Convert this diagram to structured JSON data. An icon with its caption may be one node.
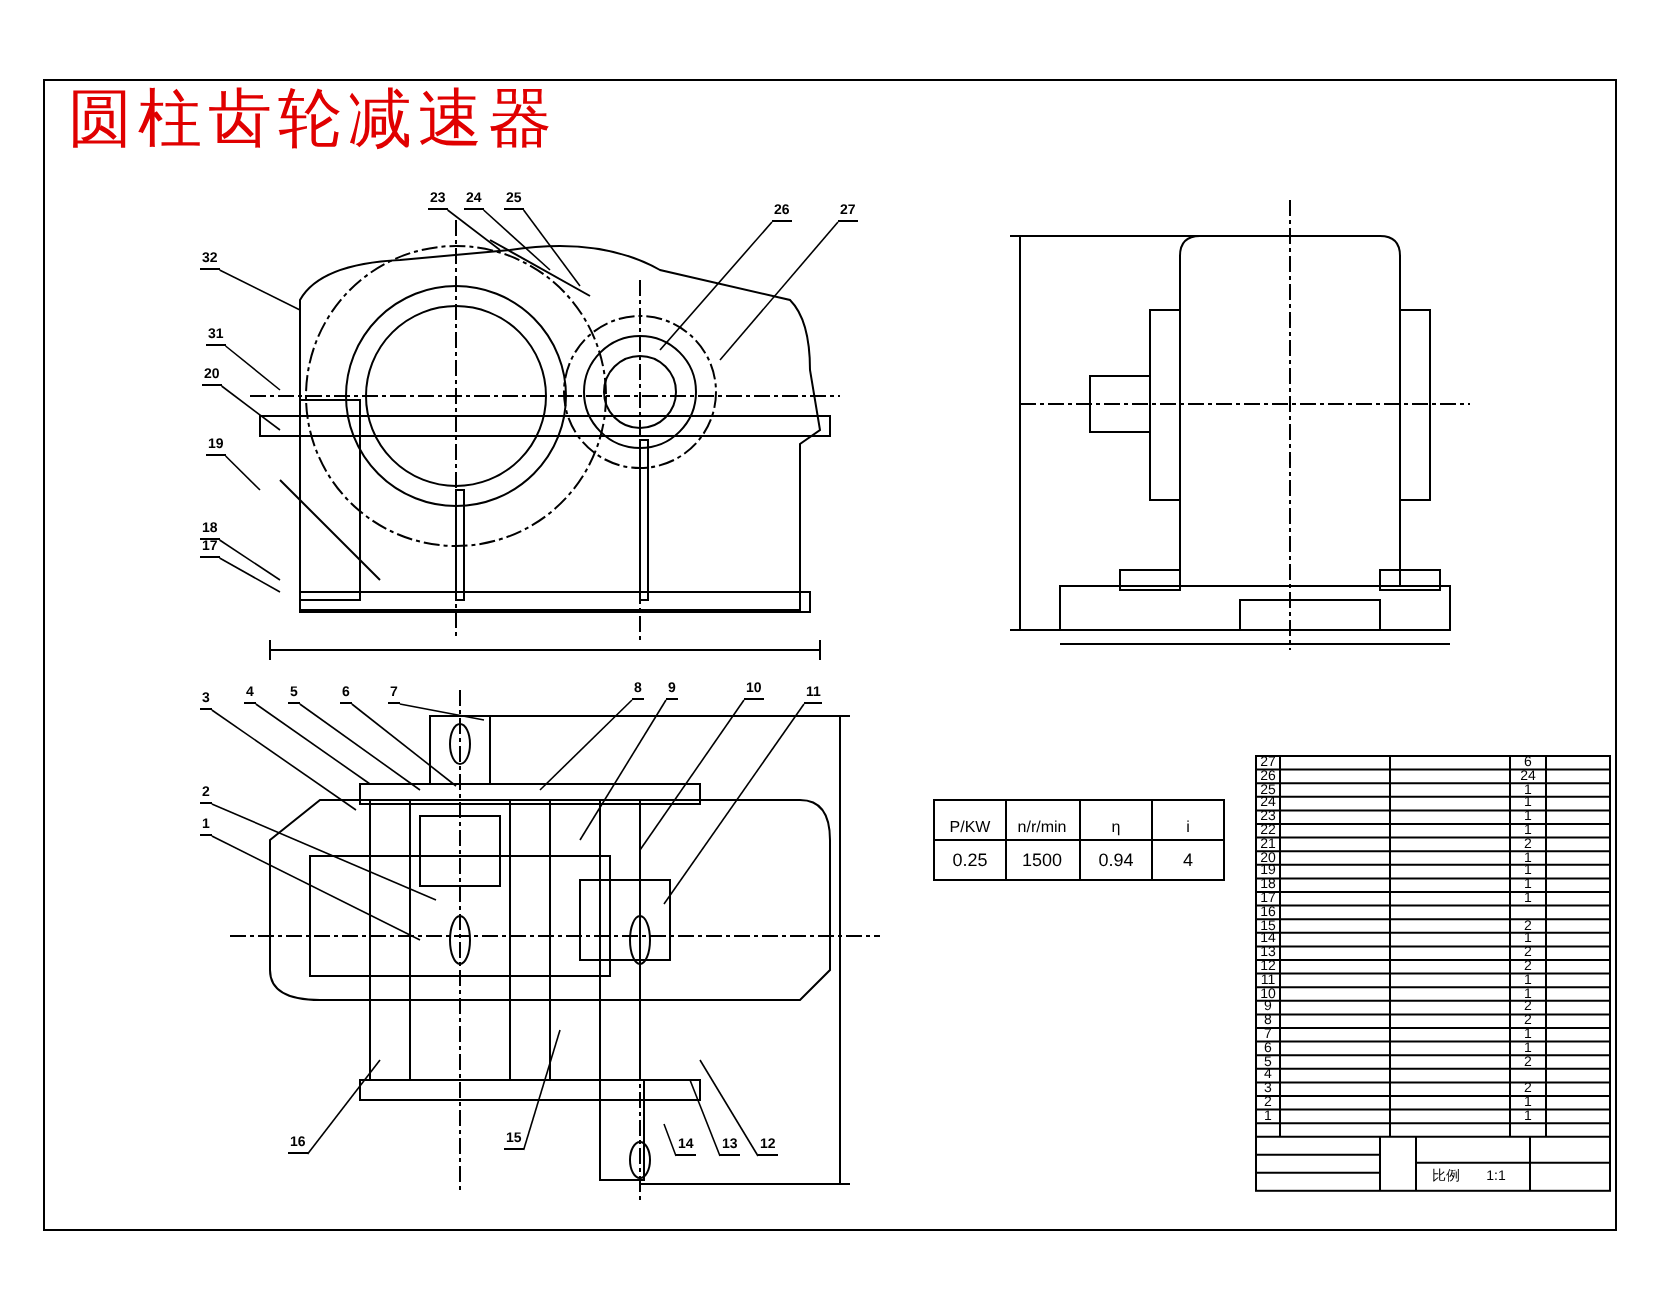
{
  "diagram": {
    "title": "圆柱齿轮减速器",
    "nodes": [
      {
        "text": [
          "23"
        ]
      },
      {
        "text": [
          "24"
        ]
      },
      {
        "text": [
          "25"
        ]
      },
      {
        "text": [
          "26"
        ]
      },
      {
        "text": [
          "27"
        ]
      },
      {
        "text": [
          "32"
        ]
      },
      {
        "text": [
          "31"
        ]
      },
      {
        "text": [
          "20"
        ]
      },
      {
        "text": [
          "19"
        ]
      },
      {
        "text": [
          "18"
        ]
      },
      {
        "text": [
          "17"
        ]
      },
      {
        "text": [
          "3"
        ]
      },
      {
        "text": [
          "4"
        ]
      },
      {
        "text": [
          "5"
        ]
      },
      {
        "text": [
          "6"
        ]
      },
      {
        "text": [
          "7"
        ]
      },
      {
        "text": [
          "8"
        ]
      },
      {
        "text": [
          "9"
        ]
      },
      {
        "text": [
          "10"
        ]
      },
      {
        "text": [
          "11"
        ]
      },
      {
        "text": [
          "2"
        ]
      },
      {
        "text": [
          "1"
        ]
      },
      {
        "text": [
          "16"
        ]
      },
      {
        "text": [
          "15"
        ]
      },
      {
        "text": [
          "14"
        ]
      },
      {
        "text": [
          "13"
        ]
      },
      {
        "text": [
          "12"
        ]
      }
    ],
    "edges": [
      {
        "from": 0,
        "to": null,
        "arrow": "none"
      },
      {
        "from": 1,
        "to": null,
        "arrow": "none"
      },
      {
        "from": 2,
        "to": null,
        "arrow": "none"
      },
      {
        "from": 3,
        "to": null,
        "arrow": "none"
      },
      {
        "from": 4,
        "to": null,
        "arrow": "none"
      },
      {
        "from": 5,
        "to": null,
        "arrow": "none"
      },
      {
        "from": 6,
        "to": null,
        "arrow": "none"
      },
      {
        "from": 7,
        "to": null,
        "arrow": "none"
      },
      {
        "from": 8,
        "to": null,
        "arrow": "none"
      },
      {
        "from": 9,
        "to": null,
        "arrow": "none"
      },
      {
        "from": 10,
        "to": null,
        "arrow": "none"
      },
      {
        "from": 11,
        "to": null,
        "arrow": "none"
      },
      {
        "from": 12,
        "to": null,
        "arrow": "none"
      },
      {
        "from": 13,
        "to": null,
        "arrow": "none"
      },
      {
        "from": 14,
        "to": null,
        "arrow": "none"
      },
      {
        "from": 15,
        "to": null,
        "arrow": "none"
      },
      {
        "from": 16,
        "to": null,
        "arrow": "none"
      },
      {
        "from": 17,
        "to": null,
        "arrow": "none"
      },
      {
        "from": 18,
        "to": null,
        "arrow": "none"
      },
      {
        "from": 19,
        "to": null,
        "arrow": "none"
      },
      {
        "from": 20,
        "to": null,
        "arrow": "none"
      },
      {
        "from": 21,
        "to": null,
        "arrow": "none"
      },
      {
        "from": 22,
        "to": null,
        "arrow": "none"
      },
      {
        "from": 23,
        "to": null,
        "arrow": "none"
      },
      {
        "from": 24,
        "to": null,
        "arrow": "none"
      },
      {
        "from": 25,
        "to": null,
        "arrow": "none"
      },
      {
        "from": 26,
        "to": null,
        "arrow": "none"
      }
    ],
    "labels": [
      "P/KW",
      "n/r/min",
      "η",
      "i",
      "0.25",
      "1500",
      "0.94",
      "4",
      "27",
      "6",
      "26",
      "24",
      "25",
      "1",
      "24",
      "1",
      "23",
      "1",
      "22",
      "1",
      "21",
      "2",
      "20",
      "1",
      "19",
      "1",
      "18",
      "1",
      "17",
      "1",
      "16",
      "15",
      "2",
      "14",
      "1",
      "13",
      "2",
      "12",
      "2",
      "11",
      "1",
      "10",
      "1",
      "9",
      "2",
      "8",
      "2",
      "7",
      "1",
      "6",
      "1",
      "5",
      "2",
      "4",
      "3",
      "2",
      "2",
      "1",
      "1",
      "1",
      "比例",
      "1:1"
    ]
  }
}
